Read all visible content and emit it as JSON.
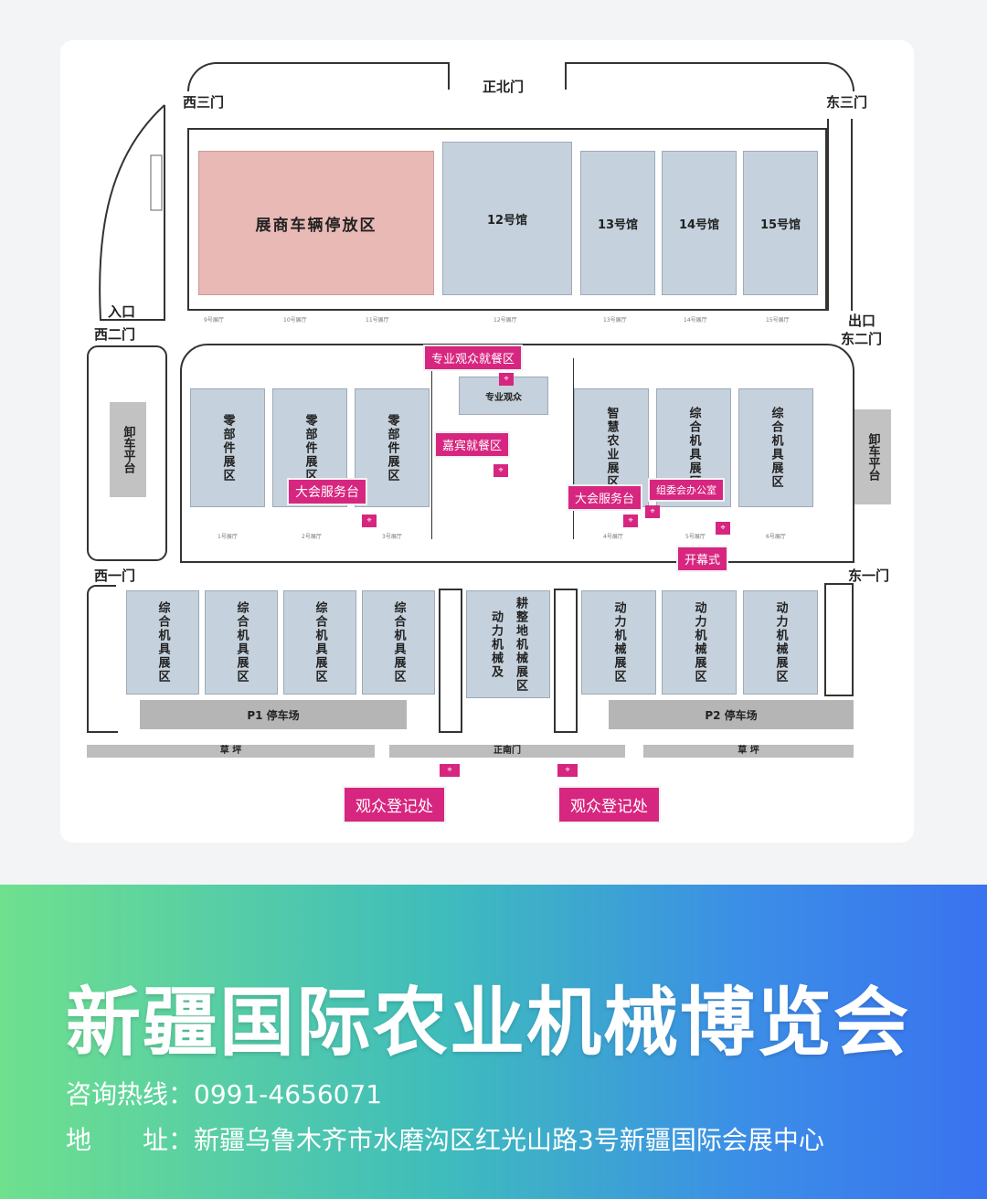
{
  "gates": {
    "north": "正北门",
    "west3": "西三门",
    "east3": "东三门",
    "entrance": "入口",
    "west2": "西二门",
    "exit": "出口",
    "east2": "东二门",
    "west1": "西一门",
    "east1": "东一门",
    "south": "正南门"
  },
  "north_zone": {
    "parking": "展商车辆停放区",
    "halls": [
      "12号馆",
      "13号馆",
      "14号馆",
      "15号馆"
    ],
    "entrance_labels": [
      "9号展厅",
      "10号展厅",
      "11号展厅",
      "12号展厅",
      "13号展厅",
      "14号展厅",
      "15号展厅"
    ]
  },
  "middle_zone": {
    "west_halls": [
      "零部件展区",
      "零部件展区",
      "零部件展区"
    ],
    "east_halls": [
      "智慧农业展区",
      "综合机具展区",
      "综合机具展区"
    ],
    "center_label": "专业观众",
    "unload": "卸车平台",
    "hall_numbers_west": [
      "1号展厅",
      "2号展厅",
      "3号展厅"
    ],
    "hall_numbers_east": [
      "4号展厅",
      "5号展厅",
      "6号展厅"
    ]
  },
  "tags": {
    "pro_dining": "专业观众就餐区",
    "vip_dining": "嘉宾就餐区",
    "service_west": "大会服务台",
    "service_east": "大会服务台",
    "committee": "组委会办公室",
    "opening": "开幕式",
    "reg_left": "观众登记处",
    "reg_right": "观众登记处"
  },
  "south_zone": {
    "west_halls": [
      "综合机具展区",
      "综合机具展区",
      "综合机具展区",
      "综合机具展区"
    ],
    "center_hall_a": "动力机械及",
    "center_hall_b": "耕整地机械展区",
    "east_halls": [
      "动力机械展区",
      "动力机械展区",
      "动力机械展区"
    ],
    "parking_p1": "P1 停车场",
    "parking_p2": "P2 停车场",
    "lawn_left": "草 坪",
    "lawn_right": "草 坪"
  },
  "footer": {
    "title": "新疆国际农业机械博览会",
    "hotline_label": "咨询热线：",
    "hotline": "0991-4656071",
    "address_label": "地　　址：",
    "address": "新疆乌鲁木齐市水磨沟区红光山路3号新疆国际会展中心"
  },
  "colors": {
    "hall": "#c5d1dc",
    "parking_area": "#e9b9b6",
    "tag": "#d7267f",
    "footer_start": "#6fe08e",
    "footer_end": "#3a72f0"
  }
}
